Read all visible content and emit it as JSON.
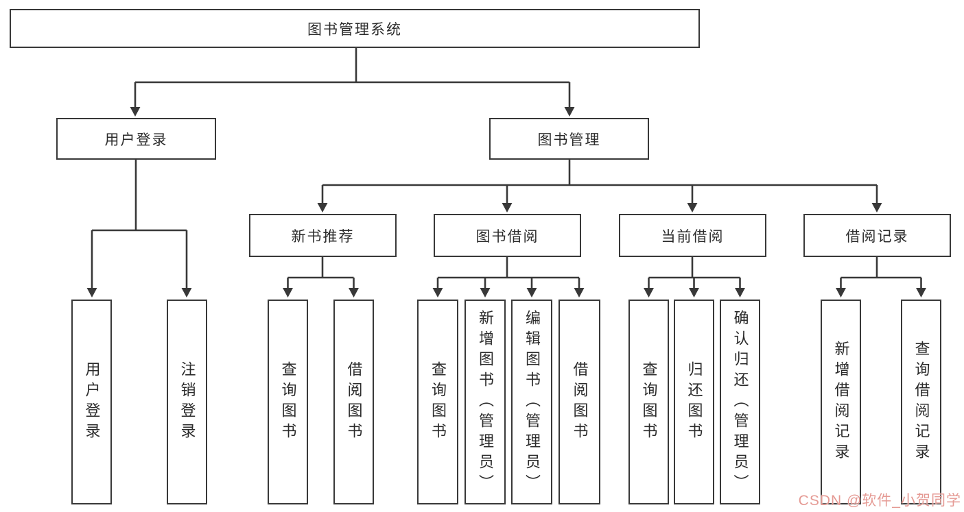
{
  "diagram": {
    "type": "hierarchy-flowchart",
    "title": "图书管理系统",
    "level2": [
      {
        "label": "用户登录",
        "children": [
          "用户登录",
          "注销登录"
        ]
      },
      {
        "label": "图书管理"
      }
    ],
    "level3": [
      {
        "label": "新书推荐",
        "children": [
          "查询图书",
          "借阅图书"
        ]
      },
      {
        "label": "图书借阅",
        "children": [
          "查询图书",
          "新增图书（管理员）",
          "编辑图书（管理员）",
          "借阅图书"
        ]
      },
      {
        "label": "当前借阅",
        "children": [
          "查询图书",
          "归还图书",
          "确认归还（管理员）"
        ]
      },
      {
        "label": "借阅记录",
        "children": [
          "新增借阅记录",
          "查询借阅记录"
        ]
      }
    ]
  },
  "colors": {
    "line": "#383838",
    "box_border": "#383838",
    "text": "#2b2b2b",
    "watermark": "#e59a94",
    "background": "#ffffff"
  },
  "watermark": {
    "text": "CSDN @软件_小贺同学"
  }
}
